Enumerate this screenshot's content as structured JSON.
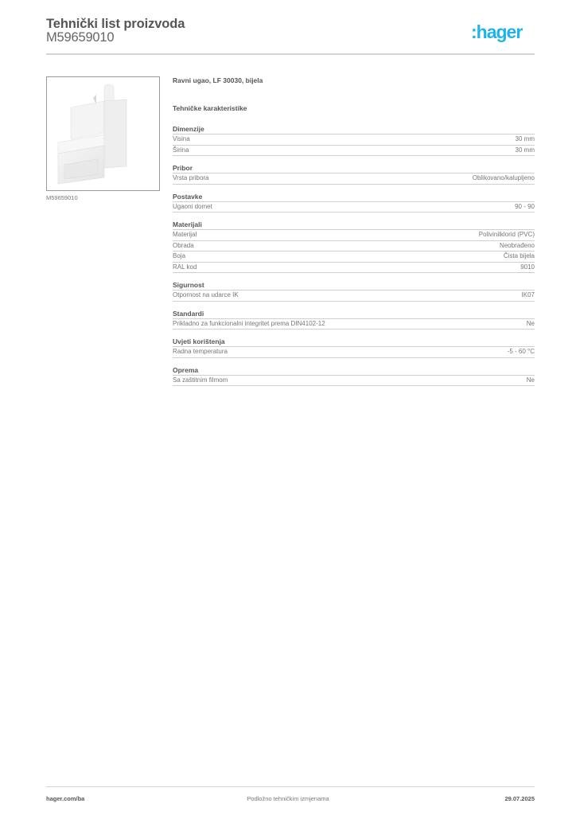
{
  "header": {
    "title": "Tehnički list proizvoda",
    "code": "M59659010",
    "logo": ":hager",
    "logo_color": "#1fb3ea"
  },
  "product": {
    "image_alt": "product-image-flat-angle",
    "image_caption": "M59659010",
    "name": "Ravni ugao, LF 30030, bijela",
    "tech_title": "Tehničke karakteristike"
  },
  "sections": [
    {
      "title": "Dimenzije",
      "rows": [
        {
          "label": "Visina",
          "value": "30 mm"
        },
        {
          "label": "Širina",
          "value": "30 mm"
        }
      ]
    },
    {
      "title": "Pribor",
      "rows": [
        {
          "label": "Vrsta pribora",
          "value": "Oblikovano/kalupljeno"
        }
      ]
    },
    {
      "title": "Postavke",
      "rows": [
        {
          "label": "Ugaoni domet",
          "value": "90 - 90"
        }
      ]
    },
    {
      "title": "Materijali",
      "rows": [
        {
          "label": "Materijal",
          "value": "Polivinilklorid (PVC)"
        },
        {
          "label": "Obrada",
          "value": "Neobrađeno"
        },
        {
          "label": "Boja",
          "value": "Čista bijela"
        },
        {
          "label": "RAL kod",
          "value": "9010"
        }
      ]
    },
    {
      "title": "Sigurnost",
      "rows": [
        {
          "label": "Otpornost na udarce IK",
          "value": "IK07"
        }
      ]
    },
    {
      "title": "Standardi",
      "rows": [
        {
          "label": "Prikladno za funkcionalni integritet prema DIN4102-12",
          "value": "Ne"
        }
      ]
    },
    {
      "title": "Uvjeti korištenja",
      "rows": [
        {
          "label": "Radna temperatura",
          "value": "-5 - 60 °C"
        }
      ]
    },
    {
      "title": "Oprema",
      "rows": [
        {
          "label": "Sa zaštitnim filmom",
          "value": "Ne"
        }
      ]
    }
  ],
  "footer": {
    "left": "hager.com/ba",
    "center": "Podložno tehničkim izmjenama",
    "right": "29.07.2025"
  }
}
